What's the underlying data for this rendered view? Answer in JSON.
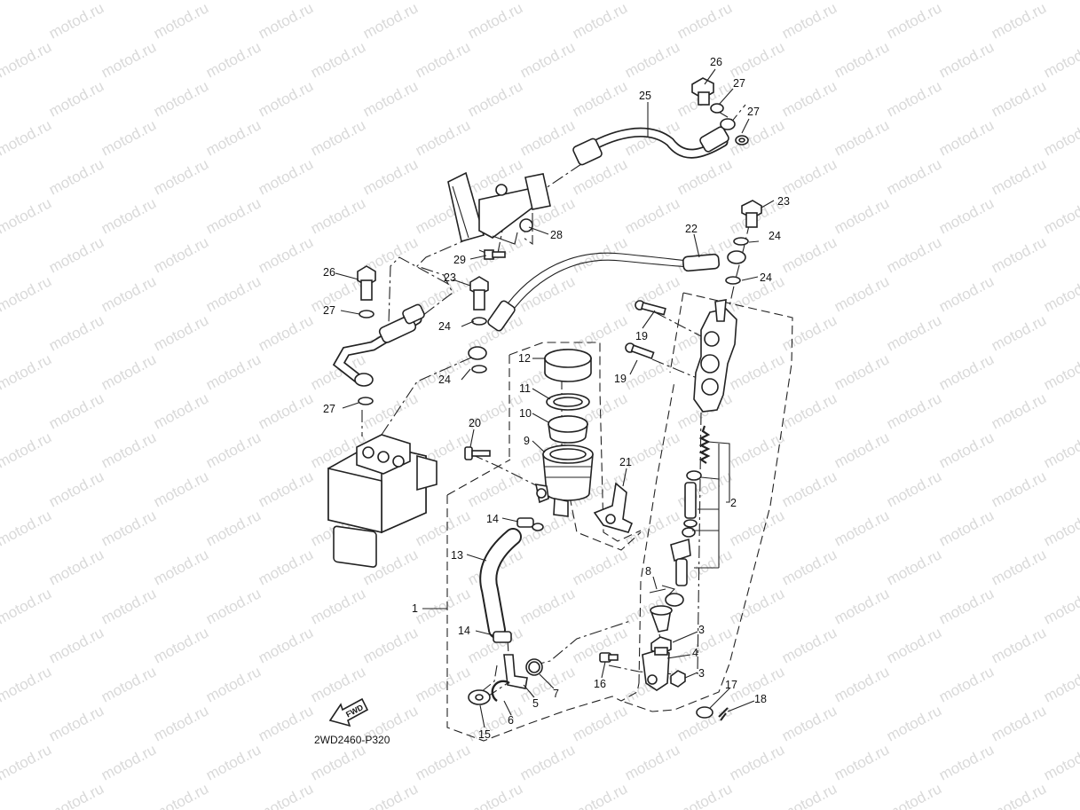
{
  "watermark": "motod.ru",
  "diagram_code": "2WD2460-P320",
  "direction_label": "FWD",
  "callouts": [
    {
      "id": "c26a",
      "text": "26"
    },
    {
      "id": "c27a",
      "text": "27"
    },
    {
      "id": "c27b",
      "text": "27"
    },
    {
      "id": "c25",
      "text": "25"
    },
    {
      "id": "c28",
      "text": "28"
    },
    {
      "id": "c29",
      "text": "29"
    },
    {
      "id": "c23a",
      "text": "23"
    },
    {
      "id": "c24a",
      "text": "24"
    },
    {
      "id": "c22",
      "text": "22"
    },
    {
      "id": "c24b",
      "text": "24"
    },
    {
      "id": "c26b",
      "text": "26"
    },
    {
      "id": "c23b",
      "text": "23"
    },
    {
      "id": "c27c",
      "text": "27"
    },
    {
      "id": "c24c",
      "text": "24"
    },
    {
      "id": "c24d",
      "text": "24"
    },
    {
      "id": "c27d",
      "text": "27"
    },
    {
      "id": "c19a",
      "text": "19"
    },
    {
      "id": "c19b",
      "text": "19"
    },
    {
      "id": "c12",
      "text": "12"
    },
    {
      "id": "c11",
      "text": "11"
    },
    {
      "id": "c10",
      "text": "10"
    },
    {
      "id": "c9",
      "text": "9"
    },
    {
      "id": "c20",
      "text": "20"
    },
    {
      "id": "c21",
      "text": "21"
    },
    {
      "id": "c2",
      "text": "2"
    },
    {
      "id": "c14a",
      "text": "14"
    },
    {
      "id": "c13",
      "text": "13"
    },
    {
      "id": "c8",
      "text": "8"
    },
    {
      "id": "c1",
      "text": "1"
    },
    {
      "id": "c14b",
      "text": "14"
    },
    {
      "id": "c3a",
      "text": "3"
    },
    {
      "id": "c4",
      "text": "4"
    },
    {
      "id": "c3b",
      "text": "3"
    },
    {
      "id": "c16",
      "text": "16"
    },
    {
      "id": "c7",
      "text": "7"
    },
    {
      "id": "c5",
      "text": "5"
    },
    {
      "id": "c6",
      "text": "6"
    },
    {
      "id": "c17",
      "text": "17"
    },
    {
      "id": "c18",
      "text": "18"
    },
    {
      "id": "c15",
      "text": "15"
    }
  ]
}
